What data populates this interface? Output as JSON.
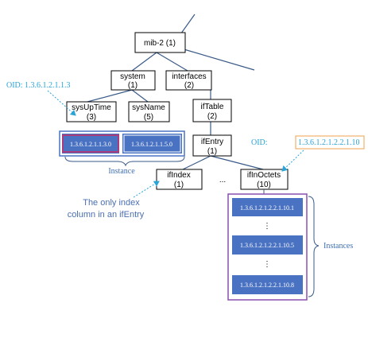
{
  "nodes": {
    "mib2": {
      "label": "mib-2",
      "num": "(1)"
    },
    "system": {
      "label": "system",
      "num": "(1)"
    },
    "interfaces": {
      "label": "interfaces",
      "num": "(2)"
    },
    "sysUpTime": {
      "label": "sysUpTime",
      "num": "(3)"
    },
    "sysName": {
      "label": "sysName",
      "num": "(5)"
    },
    "ifTable": {
      "label": "ifTable",
      "num": "(2)"
    },
    "ifEntry": {
      "label": "ifEntry",
      "num": "(1)"
    },
    "ifIndex": {
      "label": "ifIndex",
      "num": "(1)"
    },
    "ifInOctets": {
      "label": "ifInOctets",
      "num": "(10)"
    }
  },
  "ellipsis": "...",
  "vdots": "⋮",
  "sys_instances": [
    "1.3.6.1.2.1.1.3.0",
    "1.3.6.1.2.1.1.5.0"
  ],
  "octets_instances": [
    "1.3.6.1.2.1.2.2.1.10.1",
    "1.3.6.1.2.1.2.2.1.10.5",
    "1.3.6.1.2.1.2.2.1.10.8"
  ],
  "oid_left": "OID: 1.3.6.1.2.1.1.3",
  "oid_right_prefix": "OID: ",
  "oid_right_value": "1.3.6.1.2.1.2.2.1.10",
  "instance_label": "Instance",
  "instances_label": "Instances",
  "note_lines": [
    "The only index",
    "column in an ifEntry"
  ],
  "colors": {
    "instance_fill": "#4a72c2",
    "highlight_left": "#c0306a",
    "highlight_right": "#8a4fb0",
    "oid_blue": "#2aa3d6",
    "oid_box_orange": "#f0a050",
    "label_blue": "#3f6fb5"
  }
}
